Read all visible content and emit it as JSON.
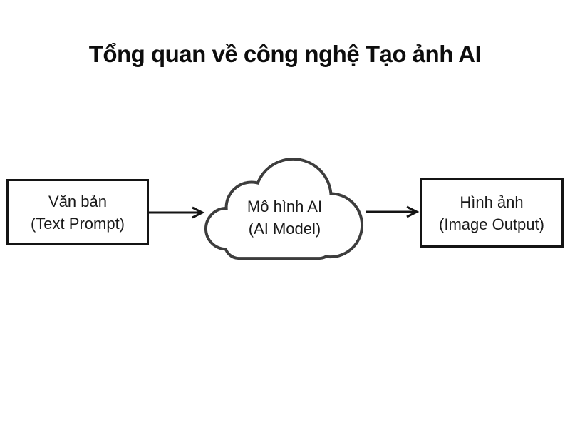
{
  "title": "Tổng quan về công nghệ Tạo ảnh AI",
  "colors": {
    "background": "#ffffff",
    "title_text": "#0d0d0d",
    "node_border": "#141414",
    "node_text": "#1a1a1a",
    "cloud_outline": "#3d3d3d",
    "arrow": "#141414"
  },
  "diagram": {
    "nodes": [
      {
        "id": "text-prompt",
        "shape": "rectangle",
        "label": "Văn bản",
        "sublabel": "(Text Prompt)"
      },
      {
        "id": "ai-model",
        "shape": "cloud",
        "label": "Mô hình AI",
        "sublabel": "(AI Model)"
      },
      {
        "id": "image-output",
        "shape": "rectangle",
        "label": "Hình ảnh",
        "sublabel": "(Image Output)"
      }
    ],
    "edges": [
      {
        "from": "text-prompt",
        "to": "ai-model",
        "direction": "right"
      },
      {
        "from": "ai-model",
        "to": "image-output",
        "direction": "right"
      }
    ]
  }
}
